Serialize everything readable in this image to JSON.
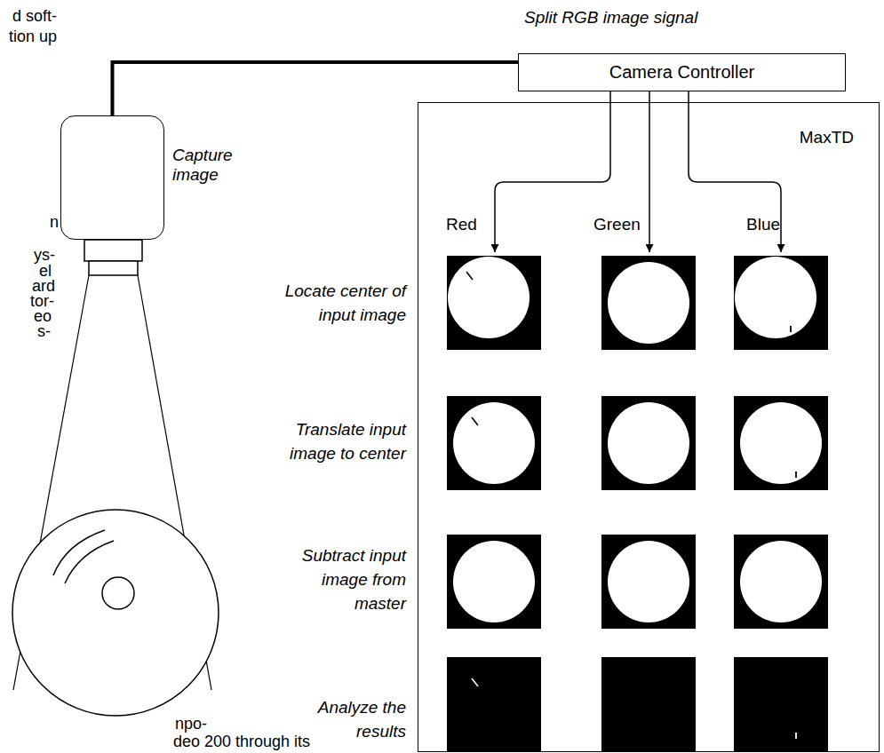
{
  "diagram": {
    "nodes": [
      {
        "text": [
          "Camera Controller"
        ]
      },
      {
        "text": [
          "Capture image"
        ]
      },
      {
        "text": [
          "MaxTD"
        ]
      }
    ],
    "edges": [
      {
        "from": 1,
        "to": 0,
        "arrow": "none"
      }
    ],
    "labels": [
      "d soft-",
      "tion up",
      "Split RGB image signal",
      "n",
      "ys-",
      "el",
      "ard",
      "tor-",
      "eo",
      "s-",
      "Red",
      "Green",
      "Blue",
      "Locate center of input image",
      "Translate input image to center",
      "Subtract input image from master",
      "Analyze the results",
      "npo-",
      "deo 200 through its"
    ]
  }
}
